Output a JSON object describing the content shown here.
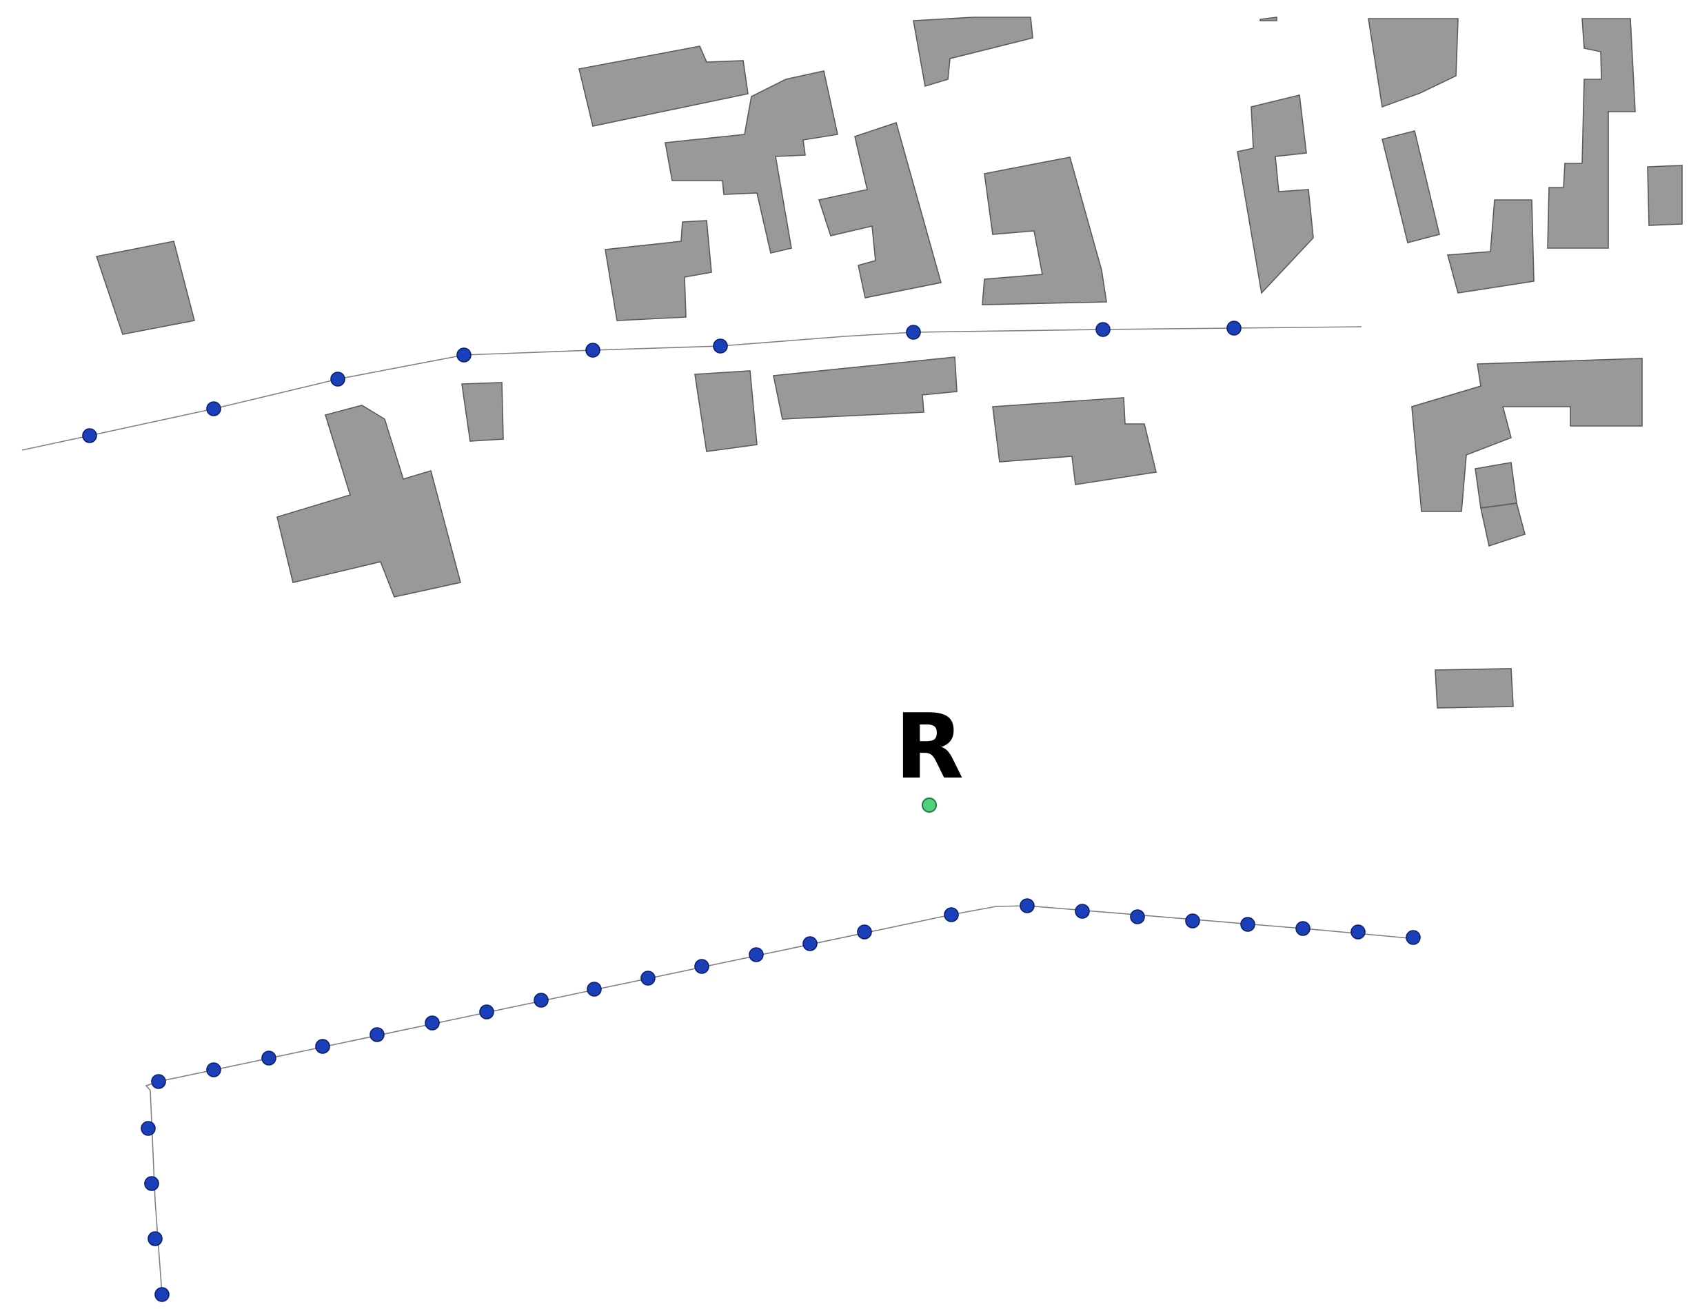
{
  "map": {
    "colors": {
      "building_fill": "#999999",
      "road_line": "#808080",
      "noise_point": "#1a3fb8",
      "receiver_point": "#4fd17a"
    },
    "receiver": {
      "label": "R"
    },
    "layers": [
      "buildings",
      "roads",
      "source-points",
      "receiver-point"
    ]
  }
}
